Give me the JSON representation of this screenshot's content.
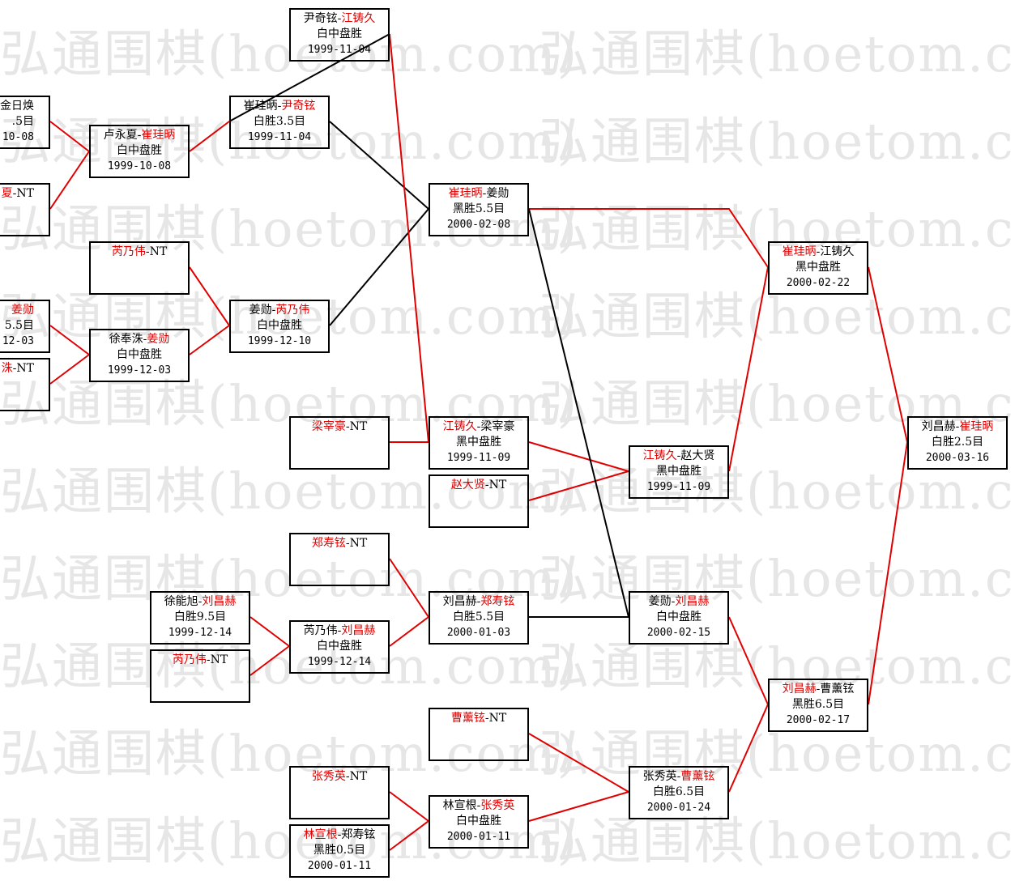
{
  "watermark": "弘通围棋(hoetom.com)",
  "colors": {
    "winner": "#e00000",
    "loser": "#000000",
    "line_red": "#e00000",
    "line_black": "#000000"
  },
  "separator": "-",
  "matches": [
    {
      "id": "m_kim",
      "p1": "",
      "p1_red": false,
      "p2": "金日焕",
      "p2_red": false,
      "result": ".5目",
      "date": "10-08"
    },
    {
      "id": "m_xia",
      "p1": "夏",
      "p1_red": true,
      "p2": "NT",
      "p2_red": false,
      "result": "",
      "date": ""
    },
    {
      "id": "m_lu",
      "p1": "卢永夏",
      "p1_red": false,
      "p2": "崔珪昞",
      "p2_red": true,
      "result": "白中盘胜",
      "date": "1999-10-08"
    },
    {
      "id": "m_cui_yin",
      "p1": "崔珪昞",
      "p1_red": false,
      "p2": "尹奇铉",
      "p2_red": true,
      "result": "白胜3.5目",
      "date": "1999-11-04"
    },
    {
      "id": "m_yin_jiang",
      "p1": "尹奇铉",
      "p1_red": false,
      "p2": "江铸久",
      "p2_red": true,
      "result": "白中盘胜",
      "date": "1999-11-04"
    },
    {
      "id": "m_rui_nt",
      "p1": "芮乃伟",
      "p1_red": true,
      "p2": "NT",
      "p2_red": false,
      "result": "",
      "date": ""
    },
    {
      "id": "m_jiang_l",
      "p1": "",
      "p1_red": false,
      "p2": "姜勋",
      "p2_red": true,
      "result": "5.5目",
      "date": "12-03"
    },
    {
      "id": "m_zhu_nt",
      "p1": "洙",
      "p1_red": true,
      "p2": "NT",
      "p2_red": false,
      "result": "",
      "date": ""
    },
    {
      "id": "m_xu_jiang",
      "p1": "徐奉洙",
      "p1_red": false,
      "p2": "姜勋",
      "p2_red": true,
      "result": "白中盘胜",
      "date": "1999-12-03"
    },
    {
      "id": "m_jiang_rui",
      "p1": "姜勋",
      "p1_red": false,
      "p2": "芮乃伟",
      "p2_red": true,
      "result": "白中盘胜",
      "date": "1999-12-10"
    },
    {
      "id": "m_cui_jiang",
      "p1": "崔珪昞",
      "p1_red": true,
      "p2": "姜勋",
      "p2_red": false,
      "result": "黑胜5.5目",
      "date": "2000-02-08"
    },
    {
      "id": "m_liang_nt",
      "p1": "梁宰豪",
      "p1_red": true,
      "p2": "NT",
      "p2_red": false,
      "result": "",
      "date": ""
    },
    {
      "id": "m_jzj_liang",
      "p1": "江铸久",
      "p1_red": true,
      "p2": "梁宰豪",
      "p2_red": false,
      "result": "黑中盘胜",
      "date": "1999-11-09"
    },
    {
      "id": "m_zhao_nt",
      "p1": "赵大贤",
      "p1_red": true,
      "p2": "NT",
      "p2_red": false,
      "result": "",
      "date": ""
    },
    {
      "id": "m_jzj_zhao",
      "p1": "江铸久",
      "p1_red": true,
      "p2": "赵大贤",
      "p2_red": false,
      "result": "黑中盘胜",
      "date": "1999-11-09"
    },
    {
      "id": "m_cui_jzj",
      "p1": "崔珪昞",
      "p1_red": true,
      "p2": "江铸久",
      "p2_red": false,
      "result": "黑中盘胜",
      "date": "2000-02-22"
    },
    {
      "id": "m_zheng_nt",
      "p1": "郑寿铉",
      "p1_red": true,
      "p2": "NT",
      "p2_red": false,
      "result": "",
      "date": ""
    },
    {
      "id": "m_xu_liu",
      "p1": "徐能旭",
      "p1_red": false,
      "p2": "刘昌赫",
      "p2_red": true,
      "result": "白胜9.5目",
      "date": "1999-12-14"
    },
    {
      "id": "m_rui_nt2",
      "p1": "芮乃伟",
      "p1_red": true,
      "p2": "NT",
      "p2_red": false,
      "result": "",
      "date": ""
    },
    {
      "id": "m_rui_liu",
      "p1": "芮乃伟",
      "p1_red": false,
      "p2": "刘昌赫",
      "p2_red": true,
      "result": "白中盘胜",
      "date": "1999-12-14"
    },
    {
      "id": "m_liu_zheng",
      "p1": "刘昌赫",
      "p1_red": false,
      "p2": "郑寿铉",
      "p2_red": true,
      "result": "白胜5.5目",
      "date": "2000-01-03"
    },
    {
      "id": "m_jiang_liu",
      "p1": "姜勋",
      "p1_red": false,
      "p2": "刘昌赫",
      "p2_red": true,
      "result": "白中盘胜",
      "date": "2000-02-15"
    },
    {
      "id": "m_cao_nt",
      "p1": "曹薰铉",
      "p1_red": true,
      "p2": "NT",
      "p2_red": false,
      "result": "",
      "date": ""
    },
    {
      "id": "m_zhang_nt",
      "p1": "张秀英",
      "p1_red": true,
      "p2": "NT",
      "p2_red": false,
      "result": "",
      "date": ""
    },
    {
      "id": "m_lin_zheng",
      "p1": "林宣根",
      "p1_red": true,
      "p2": "郑寿铉",
      "p2_red": false,
      "result": "黑胜0.5目",
      "date": "2000-01-11"
    },
    {
      "id": "m_lin_zhang",
      "p1": "林宣根",
      "p1_red": false,
      "p2": "张秀英",
      "p2_red": true,
      "result": "白中盘胜",
      "date": "2000-01-11"
    },
    {
      "id": "m_zhang_cao",
      "p1": "张秀英",
      "p1_red": false,
      "p2": "曹薰铉",
      "p2_red": true,
      "result": "白胜6.5目",
      "date": "2000-01-24"
    },
    {
      "id": "m_liu_cao",
      "p1": "刘昌赫",
      "p1_red": true,
      "p2": "曹薰铉",
      "p2_red": false,
      "result": "黑胜6.5目",
      "date": "2000-02-17"
    },
    {
      "id": "m_final",
      "p1": "刘昌赫",
      "p1_red": false,
      "p2": "崔珪昞",
      "p2_red": true,
      "result": "白胜2.5目",
      "date": "2000-03-16"
    }
  ]
}
